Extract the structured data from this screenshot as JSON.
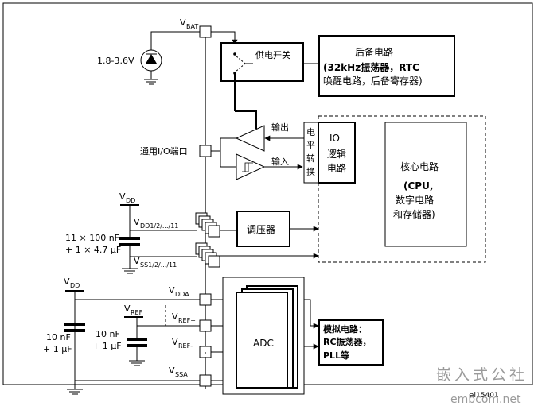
{
  "labels": {
    "vbat_main": "V",
    "vbat_sub": "BAT",
    "battery_range": "1.8-3.6V",
    "power_switch": "供电开关",
    "backup_title": "后备电路",
    "backup_line2": "(32kHz振荡器，RTC",
    "backup_line3": "唤醒电路，后备寄存器)",
    "output": "输出",
    "input": "输入",
    "io_port": "通用I/O端口",
    "level_shift": [
      "电",
      "平",
      "转",
      "换"
    ],
    "io_logic_line1": "IO",
    "io_logic_line2": "逻辑",
    "io_logic_line3": "电路",
    "core_title": "核心电路",
    "core_line2": "(CPU,",
    "core_line3": "数字电路",
    "core_line4": "和存储器)",
    "vdd_main": "V",
    "vdd_sub": "DD",
    "vdd_rail_sub": "DD1/2/.../11",
    "regulator": "调压器",
    "cap_main_1": "11 × 100 nF",
    "cap_main_2": "+ 1 × 4.7 µF",
    "vss_rail_sub": "SS1/2/.../11",
    "vdd2_sub": "DD",
    "vdda_sub": "DDA",
    "vref_sub": "REF",
    "vrefp_sub": "REF+",
    "vrefm_sub": "REF-",
    "vssa_sub": "SSA",
    "cap_a_1": "10 nF",
    "cap_a_2": "+ 1 µF",
    "cap_ref_1": "10 nF",
    "cap_ref_2": "+ 1 µF",
    "adc": "ADC",
    "analog_line1": "模拟电路：",
    "analog_line2": "RC振荡器，",
    "analog_line3": "PLL等",
    "figure_id": "ai15401",
    "watermark_1": "嵌入式公社",
    "watermark_2": "embcom.net"
  },
  "colors": {
    "line": "#000000",
    "watermark": "#9a9a9a",
    "background": "#ffffff"
  }
}
